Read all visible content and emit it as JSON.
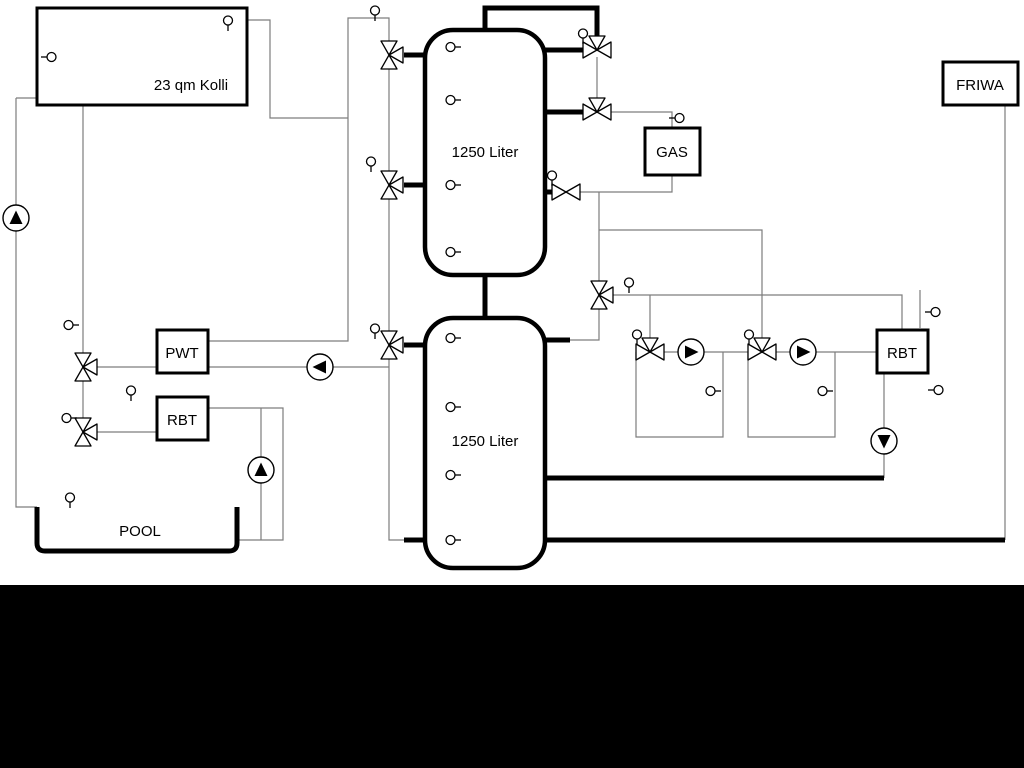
{
  "labels": {
    "collector": "23 qm Kolli",
    "tank_top": "1250 Liter",
    "tank_bottom": "1250 Liter",
    "gas": "GAS",
    "friwa": "FRIWA",
    "pwt": "PWT",
    "rbt_left": "RBT",
    "rbt_right": "RBT",
    "pool": "POOL"
  },
  "colors": {
    "background": "#ffffff",
    "footer_band": "#000000",
    "pipe": "#7d7d7d",
    "component": "#000000"
  }
}
